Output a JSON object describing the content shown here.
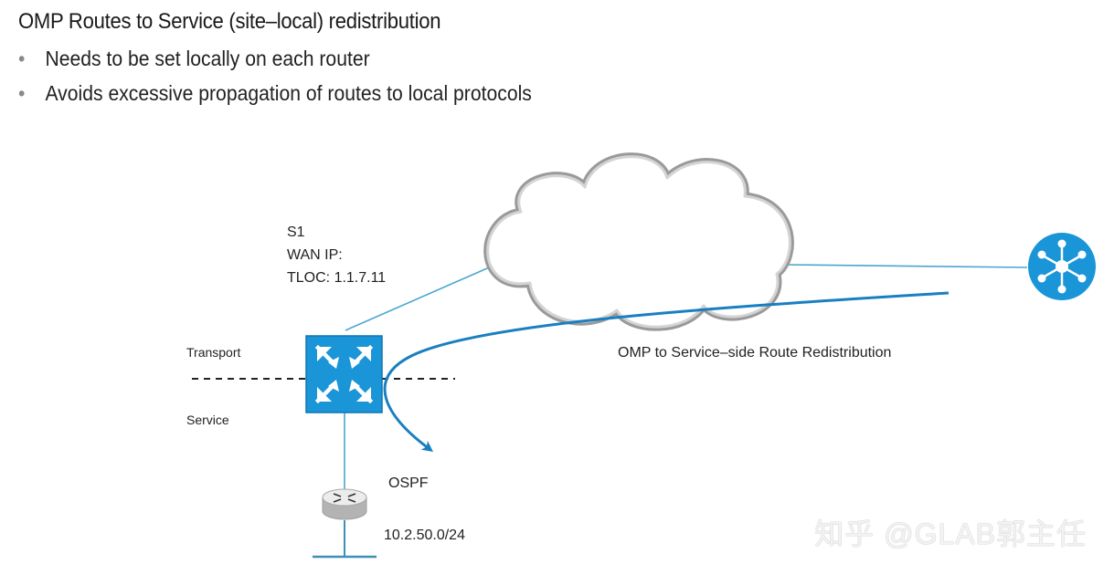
{
  "slide": {
    "title": "OMP Routes to Service (site–local) redistribution",
    "bullets": [
      "Needs to be set locally on each router",
      "Avoids excessive propagation of routes to local protocols"
    ],
    "bullet_glyph": "•"
  },
  "diagram": {
    "site": {
      "name": "S1",
      "wan_ip": "WAN IP:",
      "tloc": "TLOC: 1.1.7.11"
    },
    "labels": {
      "transport": "Transport",
      "service": "Service",
      "ospf": "OSPF",
      "subnet": "10.2.50.0/24",
      "flow": "OMP to Service–side Route Redistribution"
    },
    "icons": {
      "edge_router": "vedge-router-icon",
      "lan_router": "lan-router-icon",
      "controller": "vsmart-controller-icon",
      "cloud": "wan-cloud-icon"
    },
    "colors": {
      "accent": "#1a95d8",
      "flow_arrow": "#1a7fc0",
      "link": "#4aa6cf",
      "cloud_stroke": "#9a9a9a"
    }
  },
  "watermark": "知乎 @GLAB郭主任"
}
